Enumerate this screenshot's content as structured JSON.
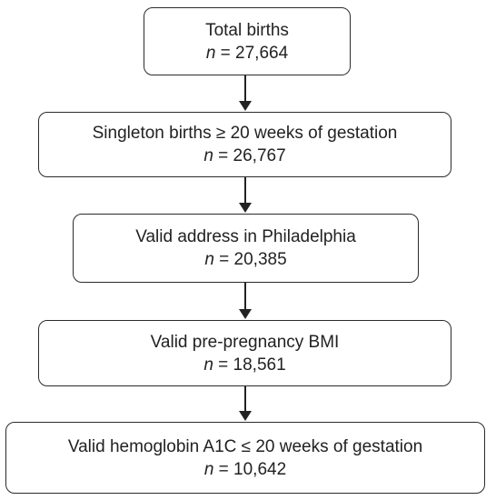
{
  "flow": {
    "boxes": [
      {
        "label": "Total births",
        "n_symbol": "n",
        "n_relation": " = ",
        "n_value": "27,664"
      },
      {
        "label": "Singleton births ≥ 20 weeks of gestation",
        "n_symbol": "n",
        "n_relation": " = ",
        "n_value": "26,767"
      },
      {
        "label": "Valid address in Philadelphia",
        "n_symbol": "n",
        "n_relation": " = ",
        "n_value": "20,385"
      },
      {
        "label": "Valid pre-pregnancy BMI",
        "n_symbol": "n",
        "n_relation": " = ",
        "n_value": "18,561"
      },
      {
        "label": "Valid hemoglobin A1C ≤ 20 weeks of gestation",
        "n_symbol": "n",
        "n_relation": " = ",
        "n_value": "10,642"
      }
    ]
  }
}
